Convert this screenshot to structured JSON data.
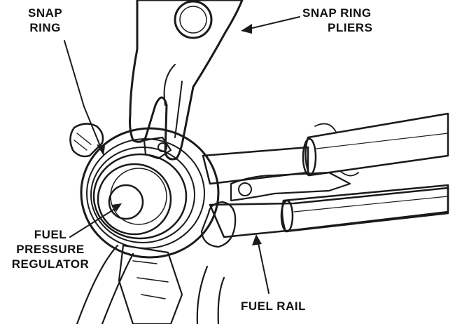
{
  "labels": {
    "snap_ring": [
      "SNAP",
      "RING"
    ],
    "snap_ring_pliers": [
      "SNAP RING",
      "PLIERS"
    ],
    "fuel_pressure_regulator": [
      "FUEL",
      "PRESSURE",
      "REGULATOR"
    ],
    "fuel_rail": "FUEL RAIL"
  },
  "colors": {
    "ink": "#1a1a1a",
    "paper": "#ffffff",
    "shade": "#c9c9c9",
    "light_shade": "#e6e6e6"
  }
}
